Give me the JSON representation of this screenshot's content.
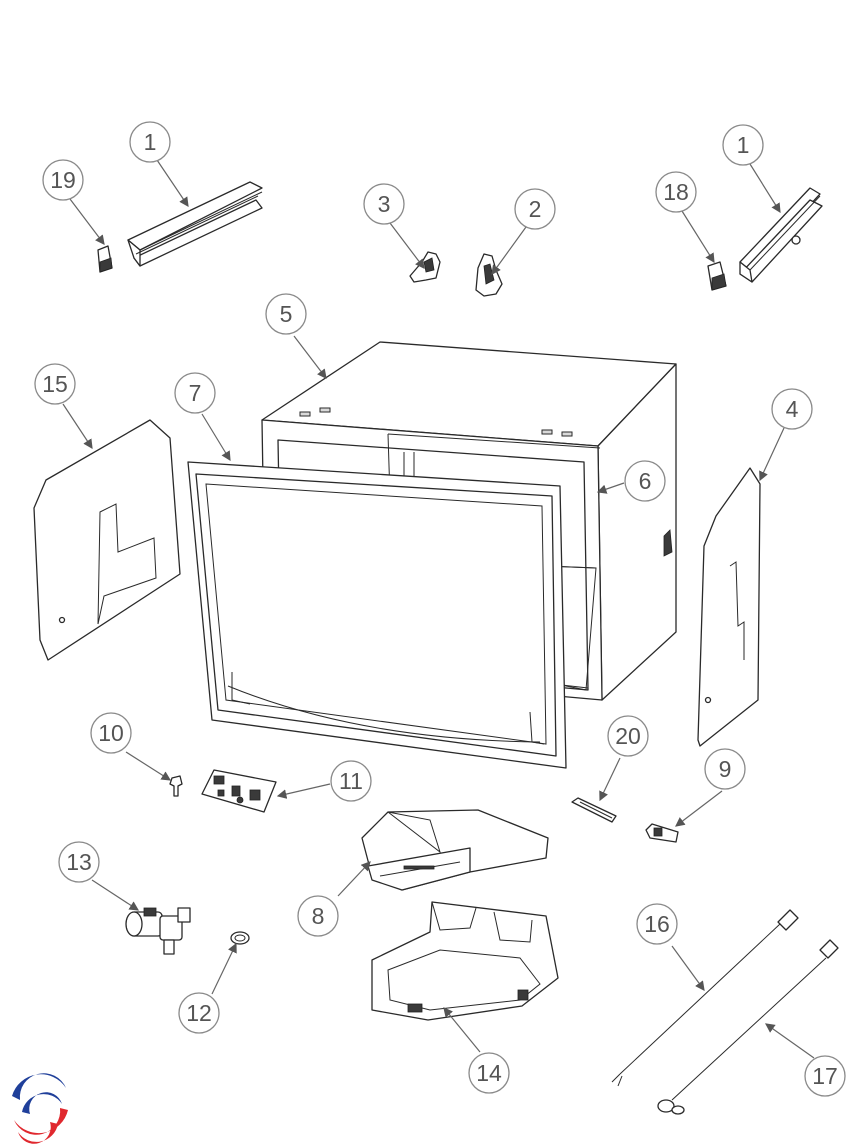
{
  "callouts": [
    {
      "id": "c1a",
      "label": "1"
    },
    {
      "id": "c19",
      "label": "19"
    },
    {
      "id": "c3",
      "label": "3"
    },
    {
      "id": "c2",
      "label": "2"
    },
    {
      "id": "c1b",
      "label": "1"
    },
    {
      "id": "c18",
      "label": "18"
    },
    {
      "id": "c5",
      "label": "5"
    },
    {
      "id": "c15",
      "label": "15"
    },
    {
      "id": "c7",
      "label": "7"
    },
    {
      "id": "c4",
      "label": "4"
    },
    {
      "id": "c6",
      "label": "6"
    },
    {
      "id": "c10",
      "label": "10"
    },
    {
      "id": "c11",
      "label": "11"
    },
    {
      "id": "c20",
      "label": "20"
    },
    {
      "id": "c9",
      "label": "9"
    },
    {
      "id": "c13",
      "label": "13"
    },
    {
      "id": "c8",
      "label": "8"
    },
    {
      "id": "c16",
      "label": "16"
    },
    {
      "id": "c12",
      "label": "12"
    },
    {
      "id": "c14",
      "label": "14"
    },
    {
      "id": "c17",
      "label": "17"
    }
  ],
  "logo": {
    "colors": {
      "blue": "#1f3f9a",
      "red": "#e0282e"
    }
  }
}
